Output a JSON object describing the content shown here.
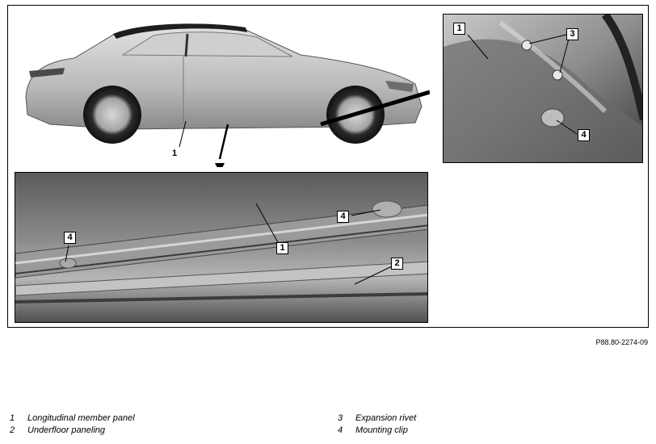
{
  "figure_ref": "P88.80-2274-09",
  "callouts": {
    "car_1": "1",
    "detail_1": "1",
    "detail_3": "3",
    "detail_4": "4",
    "bottom_4_right": "4",
    "bottom_4_left": "4",
    "bottom_1": "1",
    "bottom_2": "2"
  },
  "legend": [
    {
      "number": "1",
      "label": "Longitudinal member panel"
    },
    {
      "number": "2",
      "label": "Underfloor paneling"
    },
    {
      "number": "3",
      "label": "Expansion rivet"
    },
    {
      "number": "4",
      "label": "Mounting clip"
    }
  ]
}
